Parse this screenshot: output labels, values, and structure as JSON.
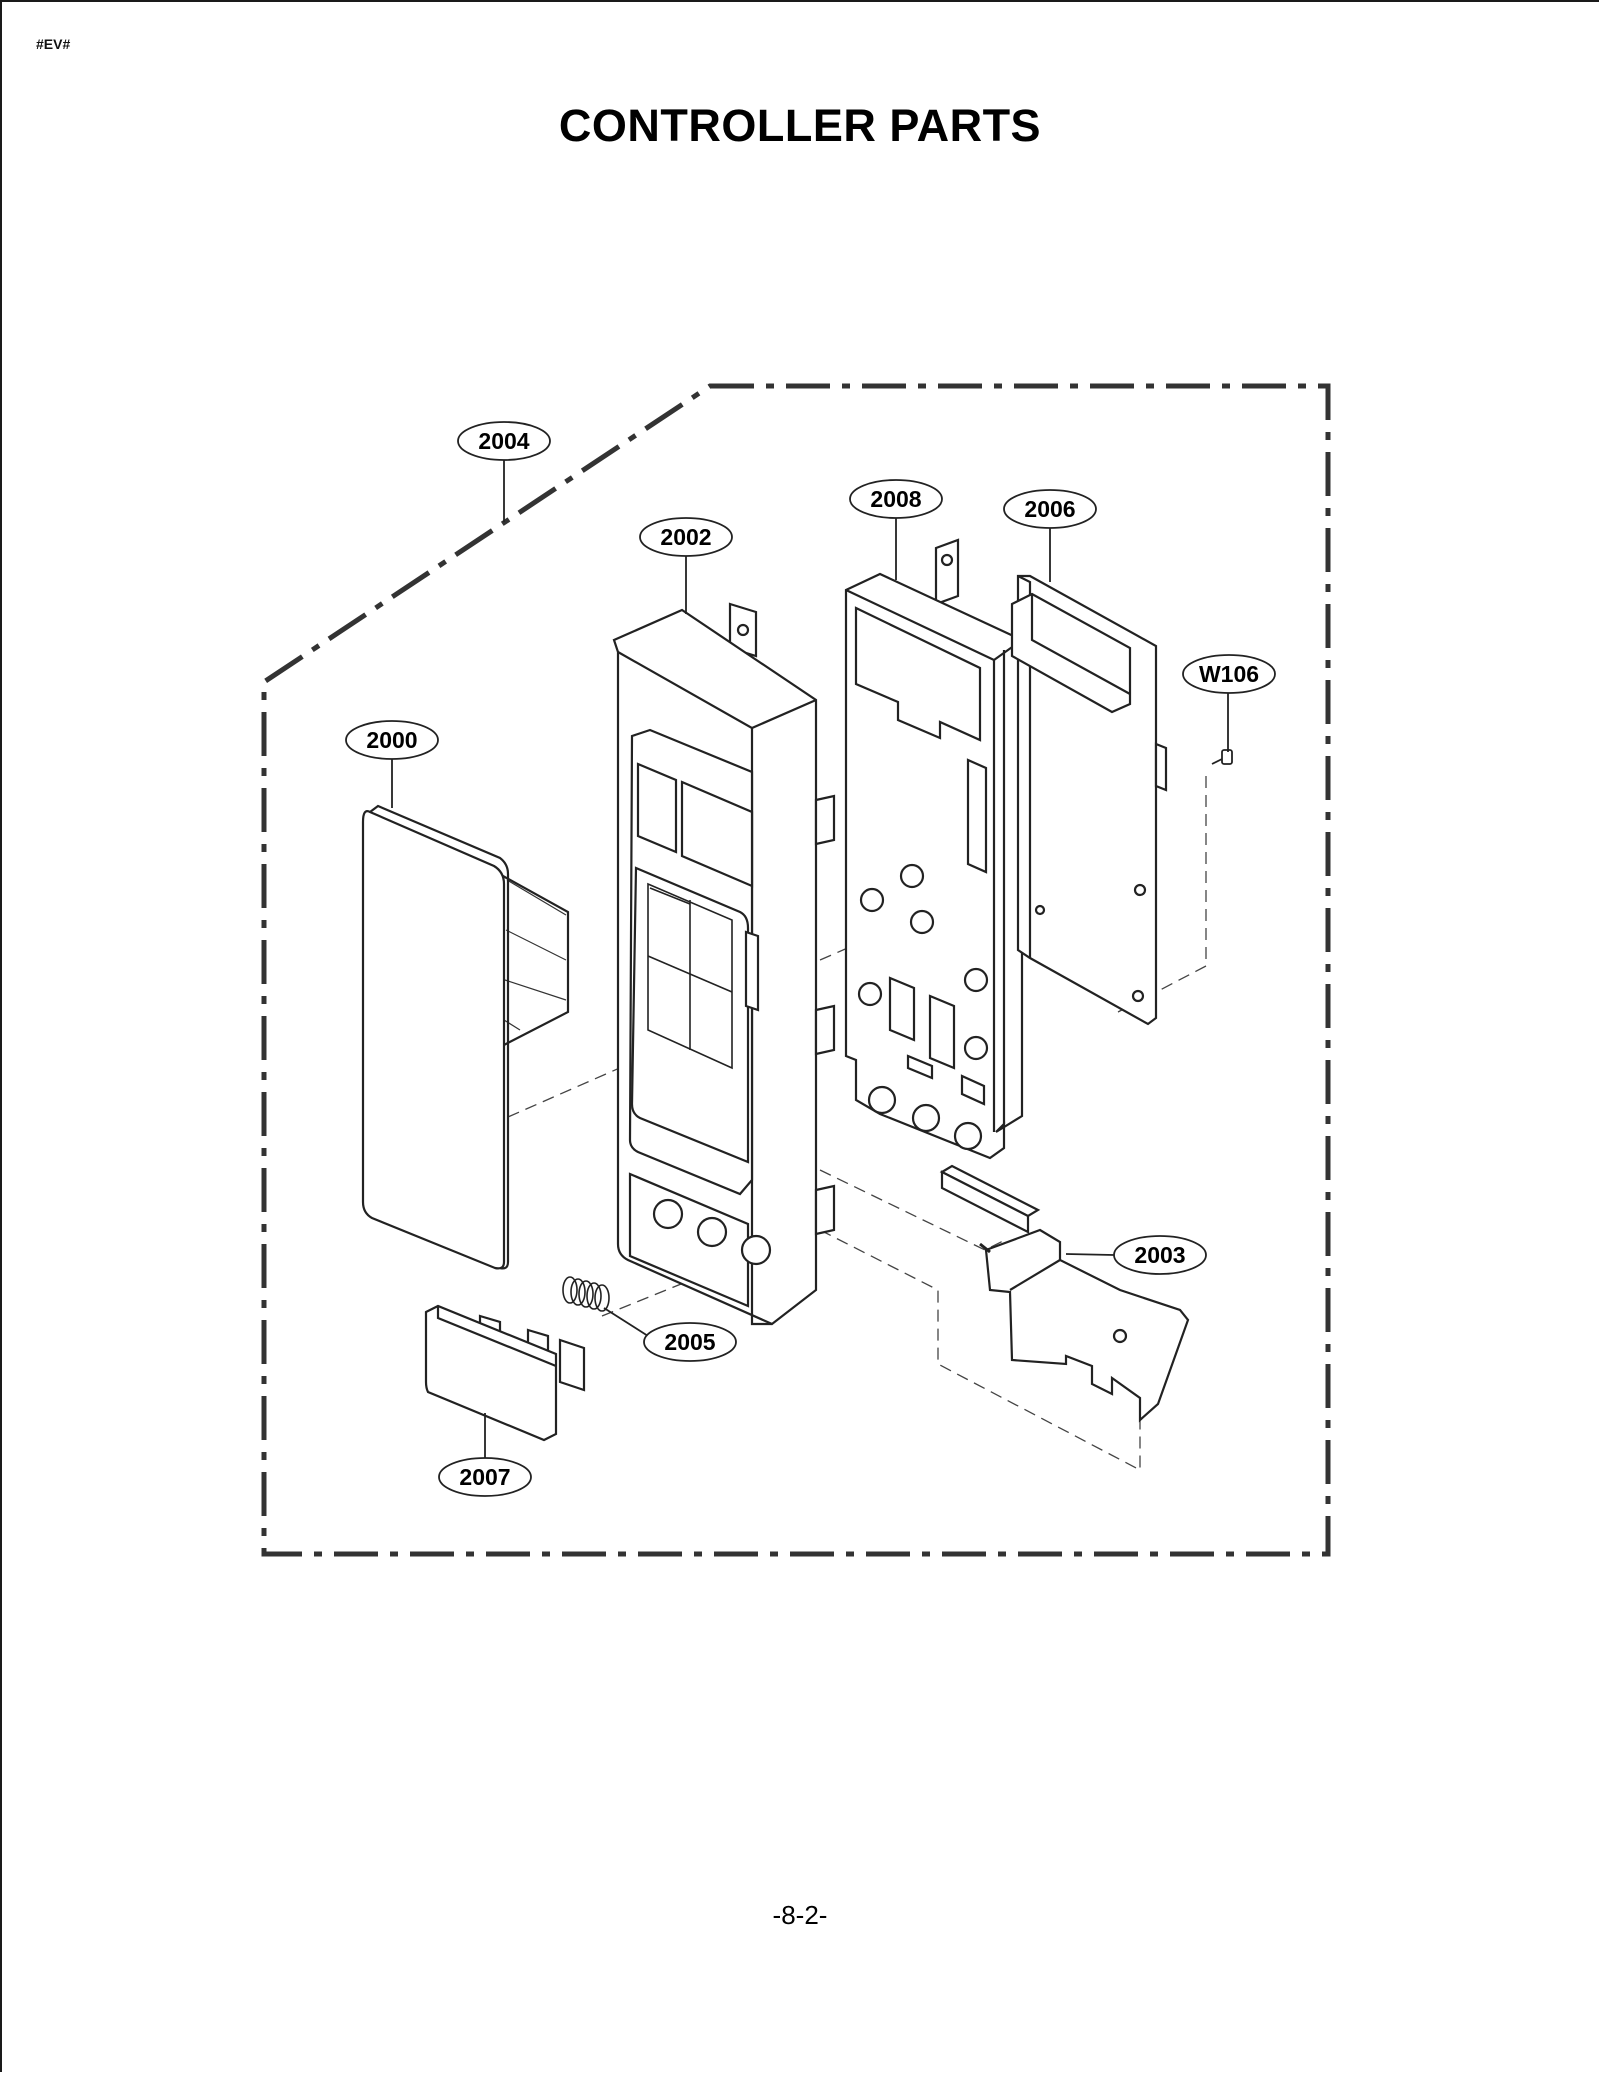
{
  "header": {
    "tag": "#EV#"
  },
  "title": "CONTROLLER PARTS",
  "callouts": {
    "p2004": "2004",
    "p2008": "2008",
    "p2006": "2006",
    "p2002": "2002",
    "pW106": "W106",
    "p2000": "2000",
    "p2003": "2003",
    "p2005": "2005",
    "p2007": "2007"
  },
  "footer": {
    "page_number": "-8-2-"
  }
}
